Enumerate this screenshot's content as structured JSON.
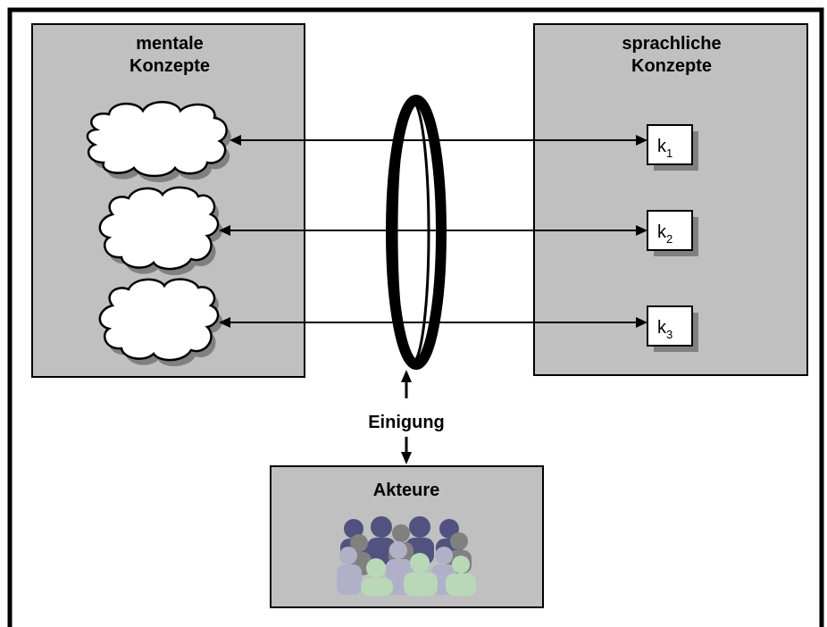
{
  "left_panel": {
    "line1": "mentale",
    "line2": "Konzepte"
  },
  "right_panel": {
    "line1": "sprachliche",
    "line2": "Konzepte"
  },
  "concepts": [
    {
      "base": "k",
      "sub": "1"
    },
    {
      "base": "k",
      "sub": "2"
    },
    {
      "base": "k",
      "sub": "3"
    }
  ],
  "agreement_label": "Einigung",
  "actors_panel": {
    "title": "Akteure"
  },
  "colors": {
    "panel_fill": "#c0c0c0",
    "shadow": "#808080",
    "people_dark": "#525280",
    "people_mid": "#808080",
    "people_light": "#b0b0c8",
    "people_green": "#b8d8b8"
  }
}
